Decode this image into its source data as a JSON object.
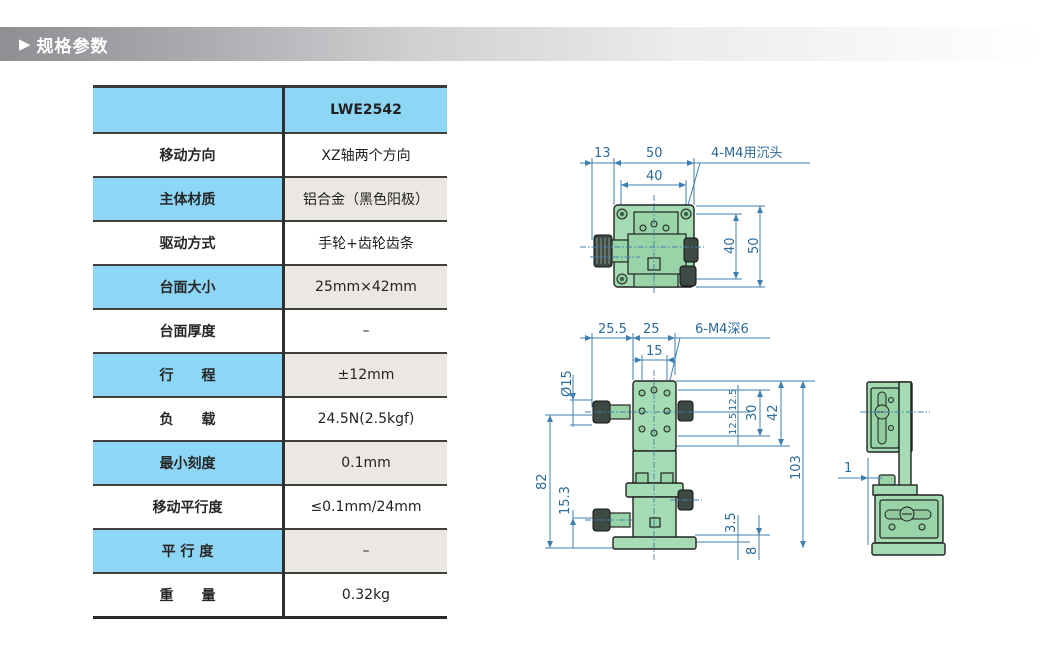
{
  "section": {
    "icon": "triangle-right-icon",
    "marker": "▶",
    "title": "规格参数"
  },
  "table": {
    "header": {
      "label": "",
      "model": "LWE2542"
    },
    "rows": [
      {
        "label": "移动方向",
        "value": "XZ轴两个方向"
      },
      {
        "label": "主体材质",
        "value": "铝合金（黑色阳极）"
      },
      {
        "label": "驱动方式",
        "value": "手轮+齿轮齿条"
      },
      {
        "label": "台面大小",
        "value": "25mm×42mm"
      },
      {
        "label": "台面厚度",
        "value": "–"
      },
      {
        "label": "行　　程",
        "value": "±12mm"
      },
      {
        "label": "负　　载",
        "value": "24.5N(2.5kgf)"
      },
      {
        "label": "最小刻度",
        "value": "0.1mm"
      },
      {
        "label": "移动平行度",
        "value": "≤0.1mm/24mm"
      },
      {
        "label": "平 行 度",
        "value": "–"
      },
      {
        "label": "重　　量",
        "value": "0.32kg"
      }
    ]
  },
  "drawings": {
    "top_view": {
      "dims": {
        "d13": "13",
        "d50w": "50",
        "d40w": "40",
        "d40h": "40",
        "d50h": "50"
      },
      "note": "4-M4用沉头"
    },
    "front_view": {
      "dims": {
        "d25_5": "25.5",
        "d25": "25",
        "d15": "15",
        "phi15": "Ø15",
        "d12_5a": "12.5",
        "d12_5b": "12.5",
        "d30": "30",
        "d42": "42",
        "d103": "103",
        "d82": "82",
        "d15_3": "15.3",
        "d3_5": "3.5",
        "d8": "8"
      },
      "note": "6-M4深6"
    },
    "side_view": {
      "dims": {
        "d1": "1"
      }
    }
  }
}
